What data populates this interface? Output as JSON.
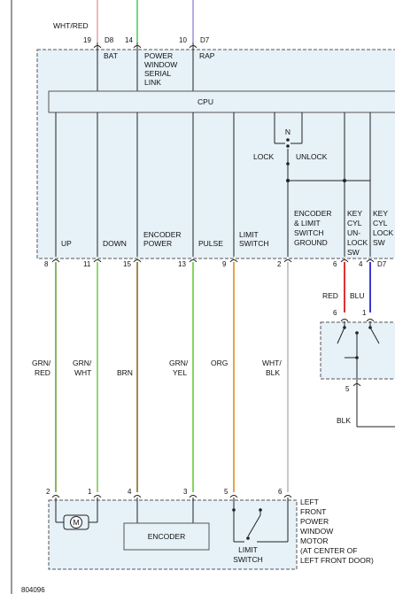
{
  "diagram": {
    "top_wire_label": "WHT/RED",
    "top_pins": [
      {
        "num": "19",
        "cav": "D8",
        "label": "BAT"
      },
      {
        "num": "14",
        "cav": "",
        "label_lines": [
          "POWER",
          "WINDOW",
          "SERIAL",
          "LINK"
        ]
      },
      {
        "num": "10",
        "cav": "D7",
        "label": "RAP"
      }
    ],
    "cpu_label": "CPU",
    "lock_label": "LOCK",
    "lock_n_label": "N",
    "unlock_label": "UNLOCK",
    "module_outputs": [
      {
        "pin": "8",
        "label_lines": [
          "UP"
        ],
        "wire_color": "GRN/\nRED",
        "wire_lines": [
          "GRN/",
          "RED"
        ],
        "color": "#6aa33a"
      },
      {
        "pin": "11",
        "label_lines": [
          "DOWN"
        ],
        "wire_lines": [
          "GRN/",
          "WHT"
        ],
        "color": "#7ccb57"
      },
      {
        "pin": "15",
        "label_lines": [
          "ENCODER",
          "POWER"
        ],
        "wire_lines": [
          "BRN"
        ],
        "color": "#8a6a1a"
      },
      {
        "pin": "13",
        "label_lines": [
          "PULSE"
        ],
        "wire_lines": [
          "GRN/",
          "YEL"
        ],
        "color": "#66cc33"
      },
      {
        "pin": "9",
        "label_lines": [
          "LIMIT",
          "SWITCH"
        ],
        "wire_lines": [
          "ORG"
        ],
        "color": "#e08a1c"
      },
      {
        "pin": "2",
        "label_lines": [
          "ENCODER",
          "& LIMIT",
          "SWITCH",
          "GROUND"
        ],
        "wire_lines": [
          "WHT/",
          "BLK"
        ],
        "color": "#bbbbbb"
      }
    ],
    "key_cyl_unlock": {
      "pin": "6",
      "label_lines": [
        "KEY",
        "CYL",
        "UN-",
        "LOCK",
        "SW"
      ],
      "wire": "RED"
    },
    "key_cyl_lock": {
      "pin": "4",
      "cav": "D7",
      "label_lines": [
        "KEY",
        "CYL",
        "LOCK",
        "SW"
      ],
      "wire": "BLU"
    },
    "switch_pins": {
      "left": "6",
      "right": "1",
      "bottom": "5"
    },
    "ground_wire": "BLK",
    "motor_pins": [
      "2",
      "1",
      "4",
      "3",
      "5",
      "6"
    ],
    "motor_symbol": "M",
    "encoder_label": "ENCODER",
    "limit_switch_label_lines": [
      "LIMIT",
      "SWITCH"
    ],
    "motor_description_lines": [
      "LEFT",
      "FRONT",
      "POWER",
      "WINDOW",
      "MOTOR",
      "(AT CENTER OF",
      "LEFT FRONT DOOR)"
    ],
    "figure_id": "804096"
  }
}
